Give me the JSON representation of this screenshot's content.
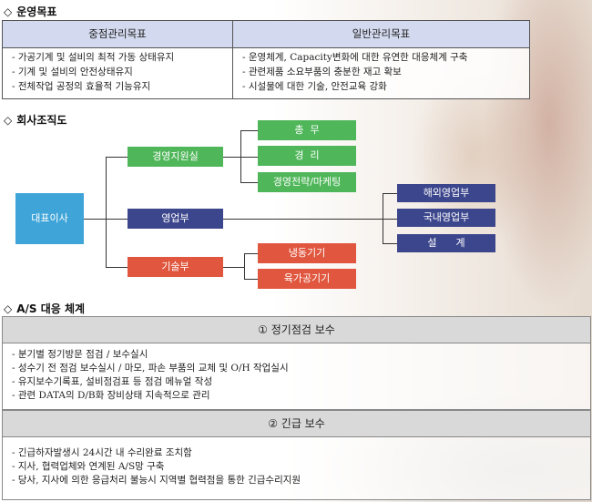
{
  "goals": {
    "title": "운영목표",
    "col_left": {
      "header": "중점관리목표",
      "items": [
        "- 가공기계 및 설비의 최적 가동 상태유지",
        "- 기계 및 설비의 안전상태유지",
        "- 전체작업 공정의 효율적 기능유지"
      ]
    },
    "col_right": {
      "header": "일반관리목표",
      "items": [
        "- 운영체계, Capacity변화에 대한 유연한 대응체계 구축",
        "- 관련제품 소요부품의 충분한 재고 확보",
        "- 시설물에 대한 기술, 안전교육 강화"
      ]
    }
  },
  "org": {
    "title": "회사조직도",
    "ceo": "대표이사",
    "mgmt": "경영지원실",
    "sales": "영업부",
    "tech": "기술부",
    "mgmt_children": [
      "총  무",
      "경  리",
      "경영전략/마케팅"
    ],
    "sales_children": [
      "해외영업부",
      "국내영업부",
      "설      계"
    ],
    "tech_children": [
      "냉동기기",
      "육가공기기"
    ],
    "colors": {
      "green": "#4fb65a",
      "navy": "#3c468c",
      "red": "#e0563e",
      "blue": "#3fa4d8"
    }
  },
  "as": {
    "title": "A/S 대응 체계",
    "regular": {
      "header": "① 정기점검 보수",
      "items": [
        "- 분기별 정기방문 점검 / 보수실시",
        "- 성수기 전 점검 보수실시 / 마모, 파손 부품의 교체 및 O/H 작업실시",
        "- 유지보수기록표, 설비점검표 등 점검 메뉴얼 작성",
        "- 관련 DATA의 D/B화 장비상태 지속적으로 관리"
      ]
    },
    "urgent": {
      "header": "② 긴급 보수",
      "items": [
        "- 긴급하자발생시 24시간 내 수리완료 조치함",
        "- 지사, 협력업체와 연계된 A/S망 구축",
        "- 당사, 지사에 의한 응급처리 불능시 지역별 협력점을 통한 긴급수리지원"
      ]
    }
  },
  "icons": {
    "section_marker": "◇"
  }
}
